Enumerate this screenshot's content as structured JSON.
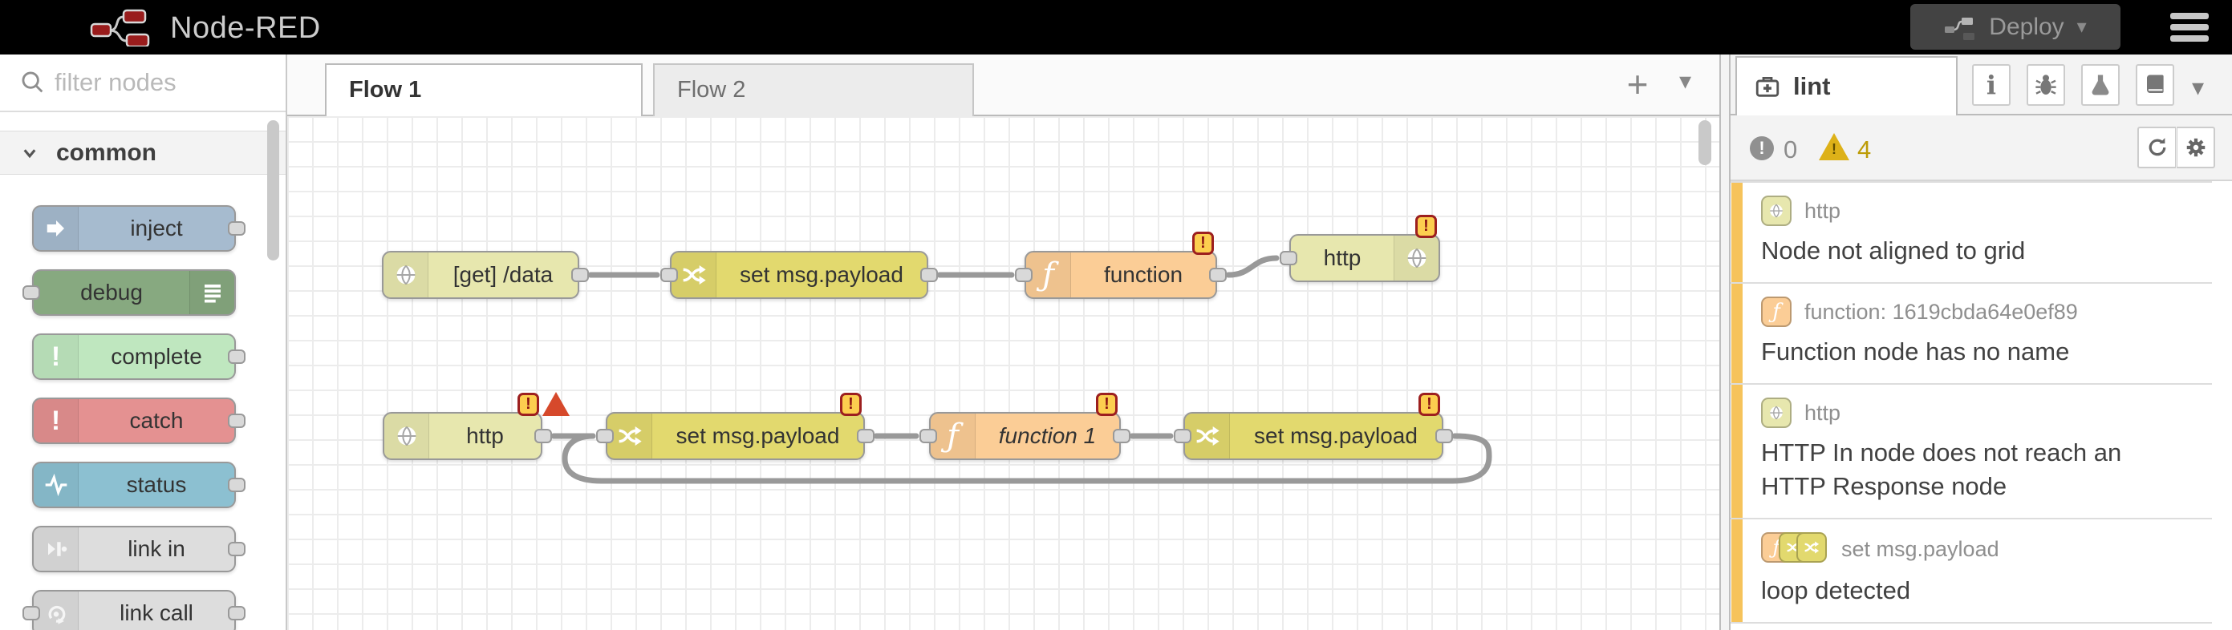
{
  "header": {
    "title": "Node-RED",
    "deploy_label": "Deploy",
    "caret": "▾"
  },
  "palette": {
    "search_placeholder": "filter nodes",
    "category": "common",
    "nodes": [
      {
        "label": "inject"
      },
      {
        "label": "debug"
      },
      {
        "label": "complete"
      },
      {
        "label": "catch"
      },
      {
        "label": "status"
      },
      {
        "label": "link in"
      },
      {
        "label": "link call"
      }
    ]
  },
  "tabs": {
    "flow1": "Flow 1",
    "flow2": "Flow 2",
    "add": "+",
    "caret": "▾"
  },
  "canvas": {
    "badge_char": "!",
    "nodes": [
      {
        "label": "[get] /data",
        "type": "http in"
      },
      {
        "label": "set msg.payload",
        "type": "change"
      },
      {
        "label": "function",
        "type": "function"
      },
      {
        "label": "http",
        "type": "http response"
      },
      {
        "label": "http",
        "type": "http in"
      },
      {
        "label": "set msg.payload",
        "type": "change"
      },
      {
        "label": "function 1",
        "type": "function"
      },
      {
        "label": "set msg.payload",
        "type": "change"
      }
    ]
  },
  "sidebar": {
    "tab_label": "lint",
    "error_count": "0",
    "warning_count": "4",
    "items": [
      {
        "node": "http",
        "message": "Node not aligned to grid"
      },
      {
        "node": "function: 1619cbda64e0ef89",
        "message": "Function node has no name"
      },
      {
        "node": "http",
        "message": "HTTP In node does not reach an HTTP Response node"
      },
      {
        "node": "set msg.payload",
        "message": "loop detected"
      }
    ]
  },
  "colors": {
    "header_bg": "#000000",
    "wire": "#999999",
    "node_http": "#e7e7ae",
    "node_change": "#e2d96e",
    "node_function": "#fbcd96",
    "node_inject": "#a6bbcf",
    "node_debug": "#87a980",
    "node_complete": "#bfe7bf",
    "node_catch": "#e49191",
    "node_status": "#8cc0d1",
    "node_link": "#dddddd",
    "badge_bg": "#fcce4f",
    "badge_border": "#9c1f1f",
    "error_triangle": "#d6492b",
    "lint_stripe": "#f6c35b",
    "warning_yellow": "#ddb118"
  }
}
